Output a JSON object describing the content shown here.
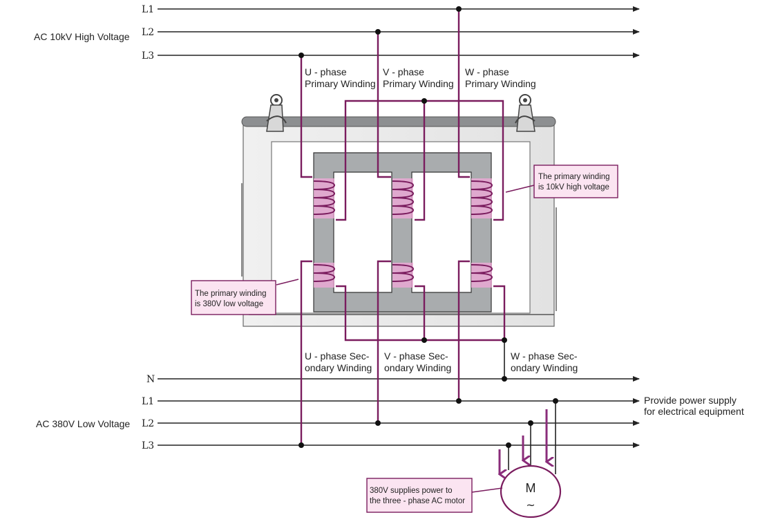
{
  "bus_labels": {
    "hv_title": "AC 10kV High Voltage",
    "lv_title": "AC 380V Low Voltage",
    "hv_l1": "L1",
    "hv_l2": "L2",
    "hv_l3": "L3",
    "lv_n": "N",
    "lv_l1": "L1",
    "lv_l2": "L2",
    "lv_l3": "L3"
  },
  "winding_labels": {
    "u_primary": [
      "U - phase",
      "Primary Winding"
    ],
    "v_primary": [
      "V - phase",
      "Primary Winding"
    ],
    "w_primary": [
      "W - phase",
      "Primary Winding"
    ],
    "u_secondary": [
      "U - phase Sec-",
      "ondary Winding"
    ],
    "v_secondary": [
      "V - phase Sec-",
      "ondary Winding"
    ],
    "w_secondary": [
      "W - phase Sec-",
      "ondary Winding"
    ]
  },
  "callouts": {
    "primary_high": [
      "The primary winding",
      "is 10kV high voltage"
    ],
    "primary_low": [
      "The primary winding",
      "is 380V low voltage"
    ],
    "motor_supply": [
      "380V supplies power to",
      "the three - phase AC motor"
    ]
  },
  "output_note": [
    "Provide power supply",
    "for electrical equipment"
  ],
  "motor": {
    "symbol": "M",
    "tilde": "~"
  },
  "colors": {
    "wire": "#222222",
    "winding": "#7a1c5e",
    "coil_fill": "#f2a8d8",
    "core": "#a9acae",
    "frame": "#8a8a8a",
    "callout_bg": "#fbe4f1",
    "arrow": "#8a2c7a"
  }
}
